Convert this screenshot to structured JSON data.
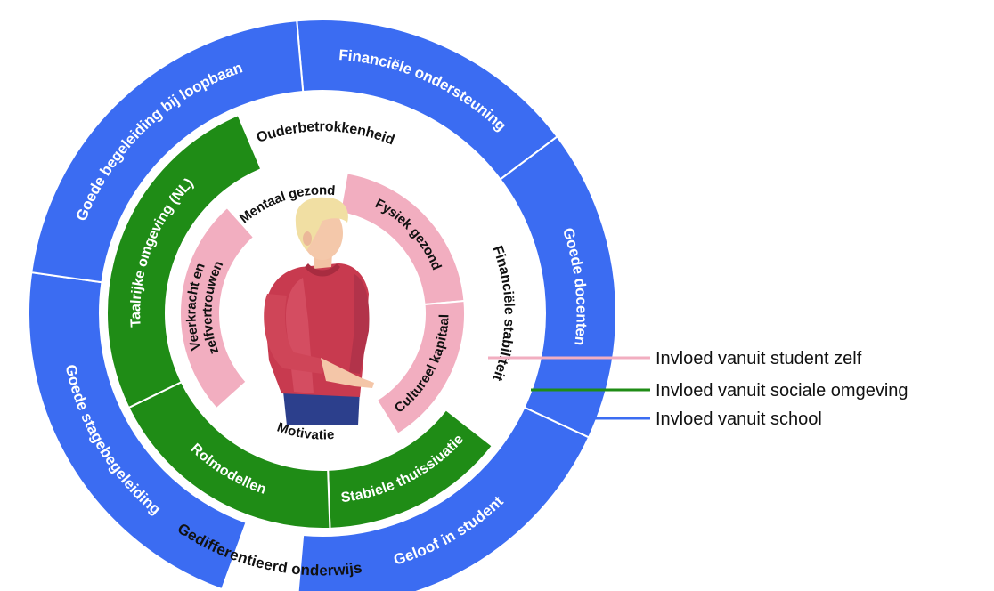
{
  "colors": {
    "school": "#3b6cf2",
    "social": "#1f8c16",
    "student": "#f2aec0",
    "white": "#ffffff",
    "dark_text": "#111111"
  },
  "outer_ring": [
    {
      "label": "Financiële ondersteuning",
      "colored": true
    },
    {
      "label": "Goede docenten",
      "colored": true
    },
    {
      "label": "Geloof in student",
      "colored": true
    },
    {
      "label": "Gedifferentieerd onderwijs",
      "colored": false
    },
    {
      "label": "Goede stagebegeleiding",
      "colored": true
    },
    {
      "label": "Goede begeleiding bij loopbaan",
      "colored": true
    }
  ],
  "middle_ring": [
    {
      "label": "Ouderbetrokkenheid",
      "colored": false
    },
    {
      "label": "Financiële stabiliteit",
      "colored": false
    },
    {
      "label": "Stabiele thuissiuatie",
      "colored": true
    },
    {
      "label": "Rolmodellen",
      "colored": true
    },
    {
      "label": "Taalrijke omgeving (NL)",
      "colored": true
    }
  ],
  "inner_ring": [
    {
      "label": "Mentaal gezond",
      "colored": false
    },
    {
      "label": "Fysiek gezond",
      "colored": true
    },
    {
      "label": "Cultureel kapitaal",
      "colored": true
    },
    {
      "label": "Motivatie",
      "colored": false
    },
    {
      "label": "Veerkracht en zelfvertrouwen",
      "colored": true
    }
  ],
  "legend": [
    {
      "label": "Invloed vanuit student zelf",
      "color": "#f2aec0"
    },
    {
      "label": "Invloed vanuit sociale omgeving",
      "color": "#1f8c16"
    },
    {
      "label": "Invloed vanuit school",
      "color": "#3b6cf2"
    }
  ]
}
